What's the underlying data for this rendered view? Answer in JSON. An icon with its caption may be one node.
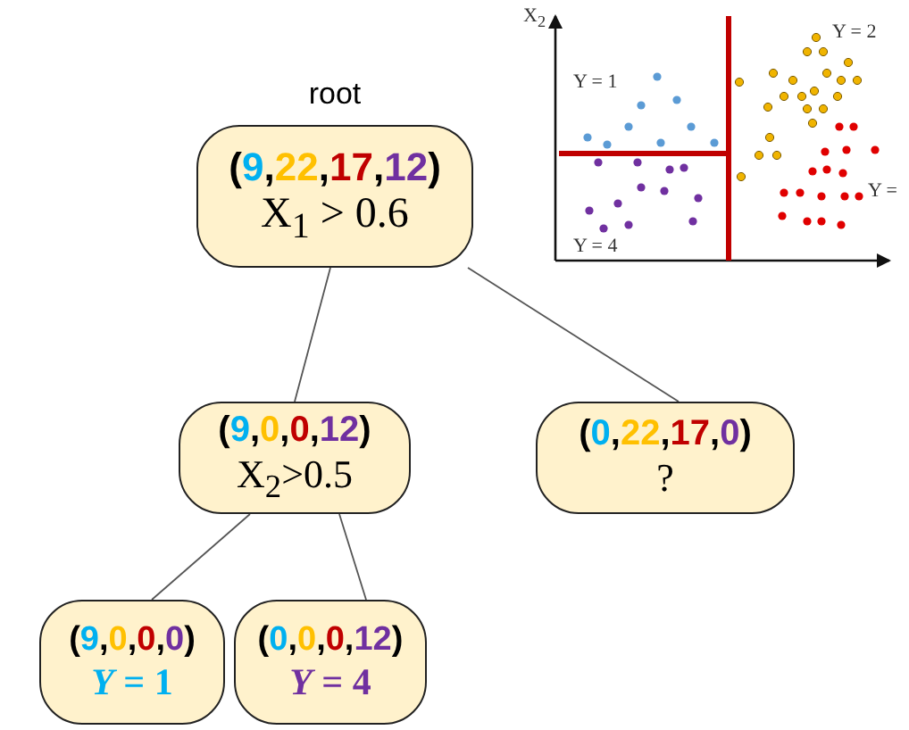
{
  "diagram": {
    "nodes": [
      {
        "text": [
          "(9,22,17,12)",
          "X$_{1}$ > 0.6"
        ],
        "beside": [
          "root"
        ]
      },
      {
        "text": [
          "(9,0,0,12)",
          "X$_{2}$>0.5"
        ]
      },
      {
        "text": [
          "(0,22,17,0)",
          "?"
        ]
      },
      {
        "text": [
          "(9,0,0,0)",
          "*Y* = 1"
        ]
      },
      {
        "text": [
          "(0,0,0,12)",
          "*Y* = 4"
        ]
      }
    ],
    "edges": [
      {
        "from": 0,
        "to": 1,
        "arrow": "none"
      },
      {
        "from": 0,
        "to": 2,
        "arrow": "none"
      },
      {
        "from": 1,
        "to": 3,
        "arrow": "none"
      },
      {
        "from": 1,
        "to": 4,
        "arrow": "none"
      }
    ],
    "labels": [
      "X$_{2}$",
      "Y = 1",
      "Y = 2",
      "Y = 4",
      "Y ="
    ]
  }
}
